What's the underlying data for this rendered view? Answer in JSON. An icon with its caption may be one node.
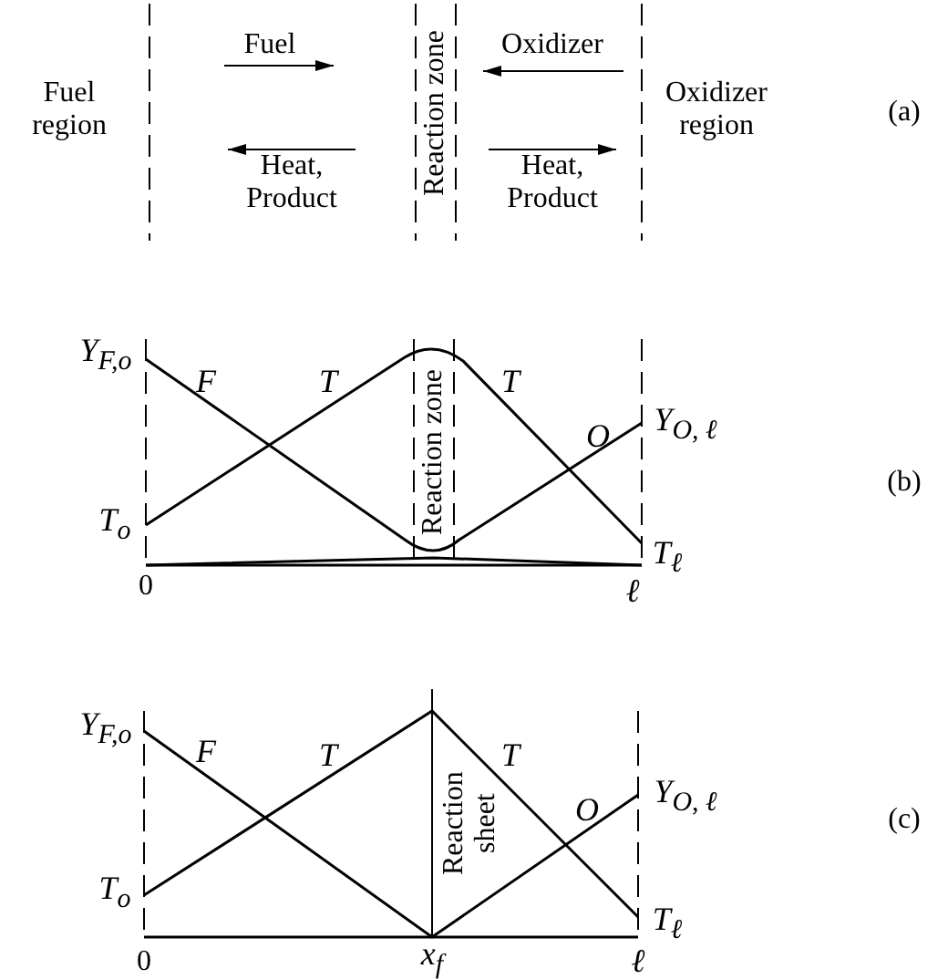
{
  "diagram": {
    "labels": [
      "Fuel region",
      "Fuel",
      "Heat, Product",
      "Reaction zone",
      "Oxidizer",
      "Heat, Product",
      "Oxidizer region",
      "(a)",
      "Y$_{F,o}$",
      "F",
      "T",
      "Reaction zone",
      "T",
      "O",
      "Y$_{O, ℓ}$",
      "T$_{o}$",
      "T$_{ℓ}$",
      "0",
      "ℓ",
      "(b)",
      "Y$_{F,o}$",
      "F",
      "T",
      "Reaction sheet",
      "T",
      "O",
      "Y$_{O, ℓ}$",
      "T$_{o}$",
      "T$_{ℓ}$",
      "0",
      "x$_{f}$",
      "ℓ",
      "(c)"
    ]
  }
}
